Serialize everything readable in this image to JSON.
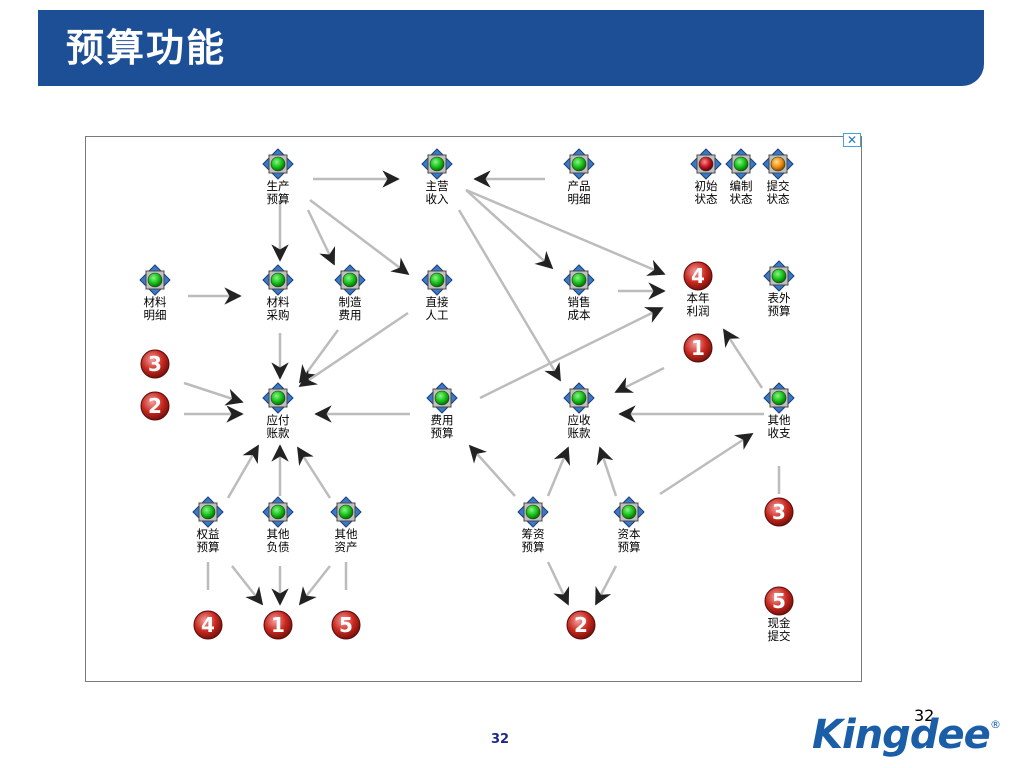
{
  "header": {
    "title": "预算功能"
  },
  "footer": {
    "page_number": "32",
    "corner_number": "32",
    "logo_text": "Kingdee",
    "logo_mark": "®"
  },
  "colors": {
    "title_bar": "#1d4f96",
    "node_green": "#13c013",
    "node_red": "#c0101c",
    "node_orange": "#f08a10",
    "badge": "#c8281e",
    "arrow": "#b8b8b8"
  },
  "nodes": [
    {
      "id": "shengchan",
      "line1": "生产",
      "line2": "预算",
      "color": "green"
    },
    {
      "id": "zhuying",
      "line1": "主营",
      "line2": "收入",
      "color": "green"
    },
    {
      "id": "chanpin",
      "line1": "产品",
      "line2": "明细",
      "color": "green"
    },
    {
      "id": "chushi",
      "line1": "初始",
      "line2": "状态",
      "color": "red"
    },
    {
      "id": "bianzhi",
      "line1": "编制",
      "line2": "状态",
      "color": "green"
    },
    {
      "id": "tijiao",
      "line1": "提交",
      "line2": "状态",
      "color": "orange"
    },
    {
      "id": "cailiao_mx",
      "line1": "材料",
      "line2": "明细",
      "color": "green"
    },
    {
      "id": "cailiao_cg",
      "line1": "材料",
      "line2": "采购",
      "color": "green"
    },
    {
      "id": "zhizao",
      "line1": "制造",
      "line2": "费用",
      "color": "green"
    },
    {
      "id": "zhijie",
      "line1": "直接",
      "line2": "人工",
      "color": "green"
    },
    {
      "id": "xiaoshou",
      "line1": "销售",
      "line2": "成本",
      "color": "green"
    },
    {
      "id": "benian",
      "line1": "本年",
      "line2": "利润",
      "color": "badge"
    },
    {
      "id": "biaowai",
      "line1": "表外",
      "line2": "预算",
      "color": "green"
    },
    {
      "id": "yingfu",
      "line1": "应付",
      "line2": "账款",
      "color": "green"
    },
    {
      "id": "feiyong",
      "line1": "费用",
      "line2": "预算",
      "color": "green"
    },
    {
      "id": "yingshou",
      "line1": "应收",
      "line2": "账款",
      "color": "green"
    },
    {
      "id": "qita_sz",
      "line1": "其他",
      "line2": "收支",
      "color": "green"
    },
    {
      "id": "quanyi",
      "line1": "权益",
      "line2": "预算",
      "color": "green"
    },
    {
      "id": "qita_fz",
      "line1": "其他",
      "line2": "负债",
      "color": "green"
    },
    {
      "id": "qita_zc",
      "line1": "其他",
      "line2": "资产",
      "color": "green"
    },
    {
      "id": "chouzi",
      "line1": "筹资",
      "line2": "预算",
      "color": "green"
    },
    {
      "id": "ziben",
      "line1": "资本",
      "line2": "预算",
      "color": "green"
    },
    {
      "id": "xianjin",
      "line1": "现金",
      "line2": "提交",
      "color": "badge"
    }
  ],
  "badges": [
    {
      "id": "b3_left",
      "text": "3"
    },
    {
      "id": "b2_left",
      "text": "2"
    },
    {
      "id": "b4_top",
      "text": "4"
    },
    {
      "id": "b1_mid",
      "text": "1"
    },
    {
      "id": "b3_right",
      "text": "3"
    },
    {
      "id": "b4_bottom",
      "text": "4"
    },
    {
      "id": "b1_bottom",
      "text": "1"
    },
    {
      "id": "b5_bottom",
      "text": "5"
    },
    {
      "id": "b2_bottom",
      "text": "2"
    },
    {
      "id": "b5_right",
      "text": "5"
    }
  ]
}
